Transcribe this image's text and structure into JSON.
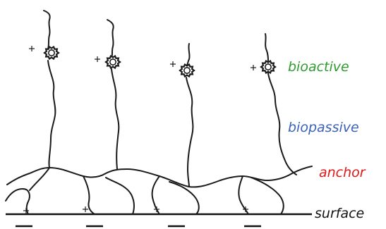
{
  "labels": {
    "bioactive": {
      "text": "bioactive",
      "color": "#2e9b2e"
    },
    "biopassive": {
      "text": "biopassive",
      "color": "#3a62b8"
    },
    "anchor": {
      "text": "anchor",
      "color": "#e01818"
    },
    "surface": {
      "text": "surface",
      "color": "#111111"
    }
  },
  "molecules": [
    {
      "group": "bioactive-head",
      "charge": "+"
    },
    {
      "group": "bioactive-head",
      "charge": "+"
    },
    {
      "group": "bioactive-head",
      "charge": "+"
    },
    {
      "group": "bioactive-head",
      "charge": "+"
    }
  ],
  "surface_charges": {
    "top": [
      "+",
      "+",
      "+",
      "+"
    ],
    "bottom": [
      "−",
      "−",
      "−",
      "−"
    ]
  }
}
